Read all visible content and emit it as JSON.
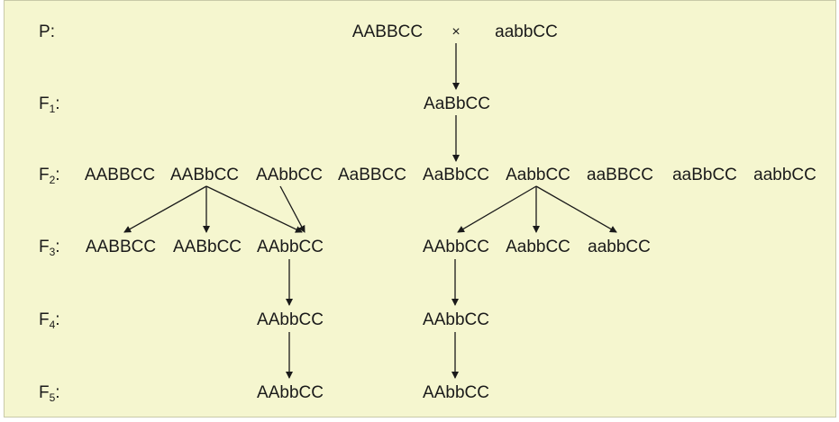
{
  "generations": {
    "p": {
      "letter": "P",
      "sub": "",
      "sep": ":"
    },
    "f1": {
      "letter": "F",
      "sub": "1",
      "sep": ":"
    },
    "f2": {
      "letter": "F",
      "sub": "2",
      "sep": ":"
    },
    "f3": {
      "letter": "F",
      "sub": "3",
      "sep": ":"
    },
    "f4": {
      "letter": "F",
      "sub": "4",
      "sep": ":"
    },
    "f5": {
      "letter": "F",
      "sub": "5",
      "sep": ":"
    }
  },
  "parents": {
    "left": "AABBCC",
    "cross": "×",
    "right": "aabbCC"
  },
  "f1": [
    "AaBbCC"
  ],
  "f2": [
    "AABBCC",
    "AABbCC",
    "AAbbCC",
    "AaBBCC",
    "AaBbCC",
    "AabbCC",
    "aaBBCC",
    "aaBbCC",
    "aabbCC"
  ],
  "f3": [
    "AABBCC",
    "AABbCC",
    "AAbbCC",
    "AAbbCC",
    "AabbCC",
    "aabbCC"
  ],
  "f4": [
    "AAbbCC",
    "AAbbCC"
  ],
  "f5": [
    "AAbbCC",
    "AAbbCC"
  ]
}
